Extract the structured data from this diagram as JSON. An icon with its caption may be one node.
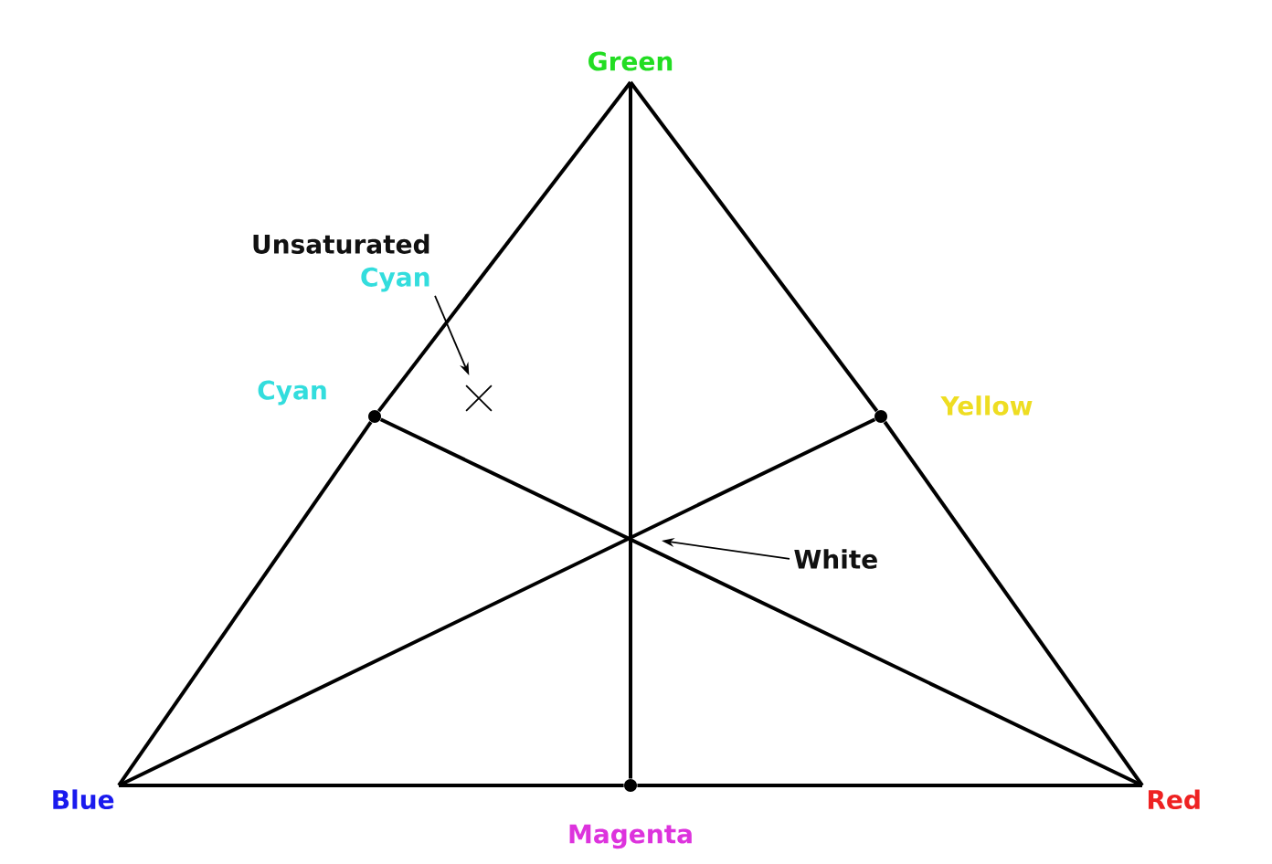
{
  "diagram": {
    "nodes": [
      {
        "text": [
          "Green"
        ]
      },
      {
        "text": [
          "Blue"
        ]
      },
      {
        "text": [
          "Red"
        ]
      },
      {
        "text": [],
        "shape": "circle",
        "beside": [
          "Cyan"
        ]
      },
      {
        "text": [],
        "shape": "circle",
        "beside": [
          "Yellow"
        ]
      },
      {
        "text": [],
        "shape": "circle",
        "beside": [
          "Magenta"
        ]
      },
      {
        "text": [
          "Unsaturated",
          "Cyan"
        ]
      },
      {
        "text": [],
        "shape": "cross"
      },
      {
        "text": [
          "White"
        ]
      }
    ],
    "edges": [
      {
        "from": 0,
        "to": 3,
        "arrow": "none"
      },
      {
        "from": 3,
        "to": 1,
        "arrow": "none"
      },
      {
        "from": 1,
        "to": 5,
        "arrow": "none"
      },
      {
        "from": 5,
        "to": 2,
        "arrow": "none"
      },
      {
        "from": 2,
        "to": 4,
        "arrow": "none"
      },
      {
        "from": 4,
        "to": 0,
        "arrow": "none"
      },
      {
        "from": 0,
        "to": 5,
        "arrow": "none"
      },
      {
        "from": 1,
        "to": 4,
        "arrow": "none"
      },
      {
        "from": 2,
        "to": 3,
        "arrow": "none"
      },
      {
        "from": 6,
        "to": 7,
        "arrow": "to"
      },
      {
        "from": 8,
        "to": null,
        "arrow": "to"
      }
    ]
  }
}
